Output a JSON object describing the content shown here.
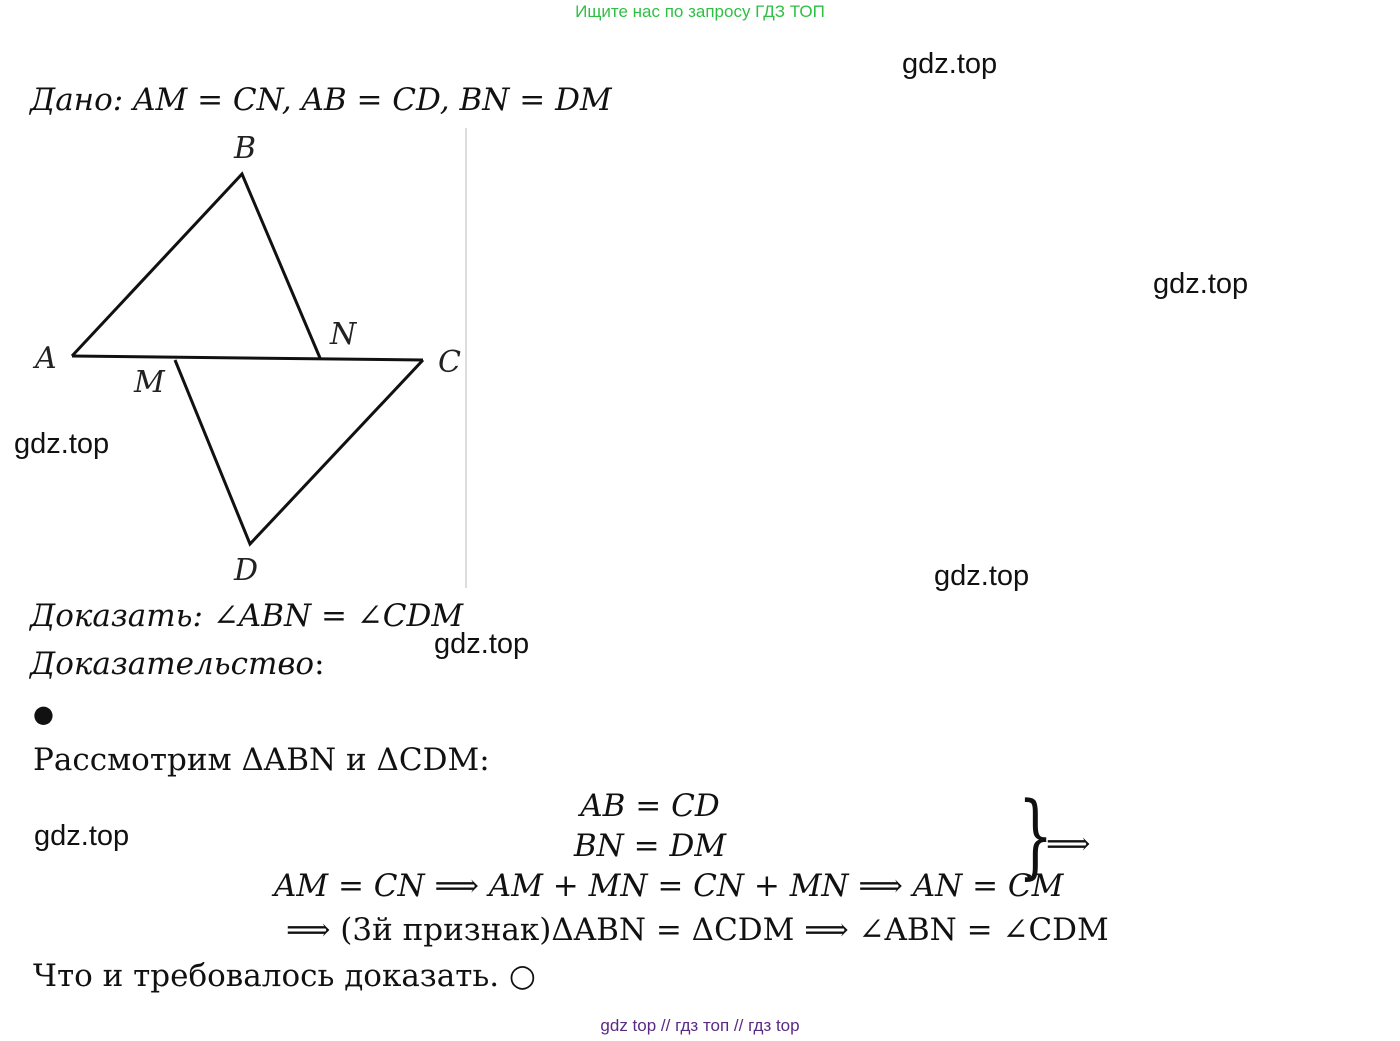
{
  "header_note": "Ищите нас по запросу ГДЗ ТОП",
  "watermarks": [
    "gdz.top",
    "gdz.top",
    "gdz.top",
    "gdz.top",
    "gdz.top",
    "gdz.top"
  ],
  "given": {
    "label": "Дано",
    "text": ": AM = CN, AB = CD, BN = DM"
  },
  "figure": {
    "labels": {
      "A": "A",
      "B": "B",
      "C": "C",
      "D": "D",
      "M": "M",
      "N": "N"
    }
  },
  "prove": {
    "label": "Доказать",
    "text": ": ∠ABN = ∠CDM"
  },
  "proof_heading": {
    "label": "Доказательство",
    "colon": ":"
  },
  "bullet": "●",
  "consider": "Рассмотрим ΔABN и ΔCDM:",
  "equations": {
    "line1": "AB = CD",
    "line2": "BN = DM",
    "line3": "AM = CN ⟹ AM + MN = CN + MN ⟹ AN = CM",
    "brace": "}",
    "brace_implies": "⟹",
    "line4": "⟹ (3й признак)ΔABN = ΔCDM ⟹ ∠ABN = ∠CDM"
  },
  "conclusion": "Что и требовалось доказать. ○",
  "footer": "gdz top  //  гдз топ  //  гдз top"
}
